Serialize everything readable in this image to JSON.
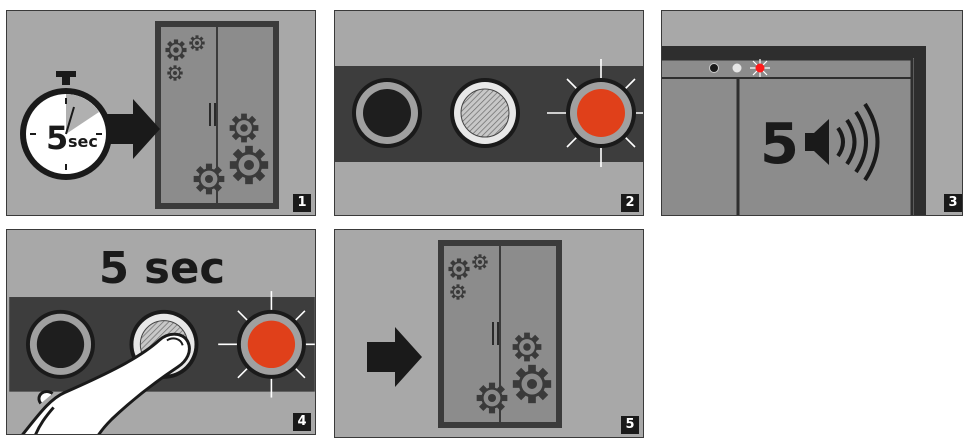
{
  "steps": [
    {
      "number": "1",
      "timer_value": "5",
      "timer_unit": "sec"
    },
    {
      "number": "2"
    },
    {
      "number": "3",
      "countdown_value": "5"
    },
    {
      "number": "4",
      "hold_label": "5 sec"
    },
    {
      "number": "5"
    }
  ],
  "icons": {
    "timer": "stopwatch-icon",
    "arrow": "arrow-right-icon",
    "speaker": "speaker-icon",
    "gear": "gear-icon",
    "finger": "finger-press-icon"
  },
  "colors": {
    "panel_bg": "#a8a8a8",
    "strip": "#3d3d3d",
    "led_red": "#e0401a",
    "led_indicator": "#ff1a1a",
    "badge": "#1a1a1a"
  }
}
